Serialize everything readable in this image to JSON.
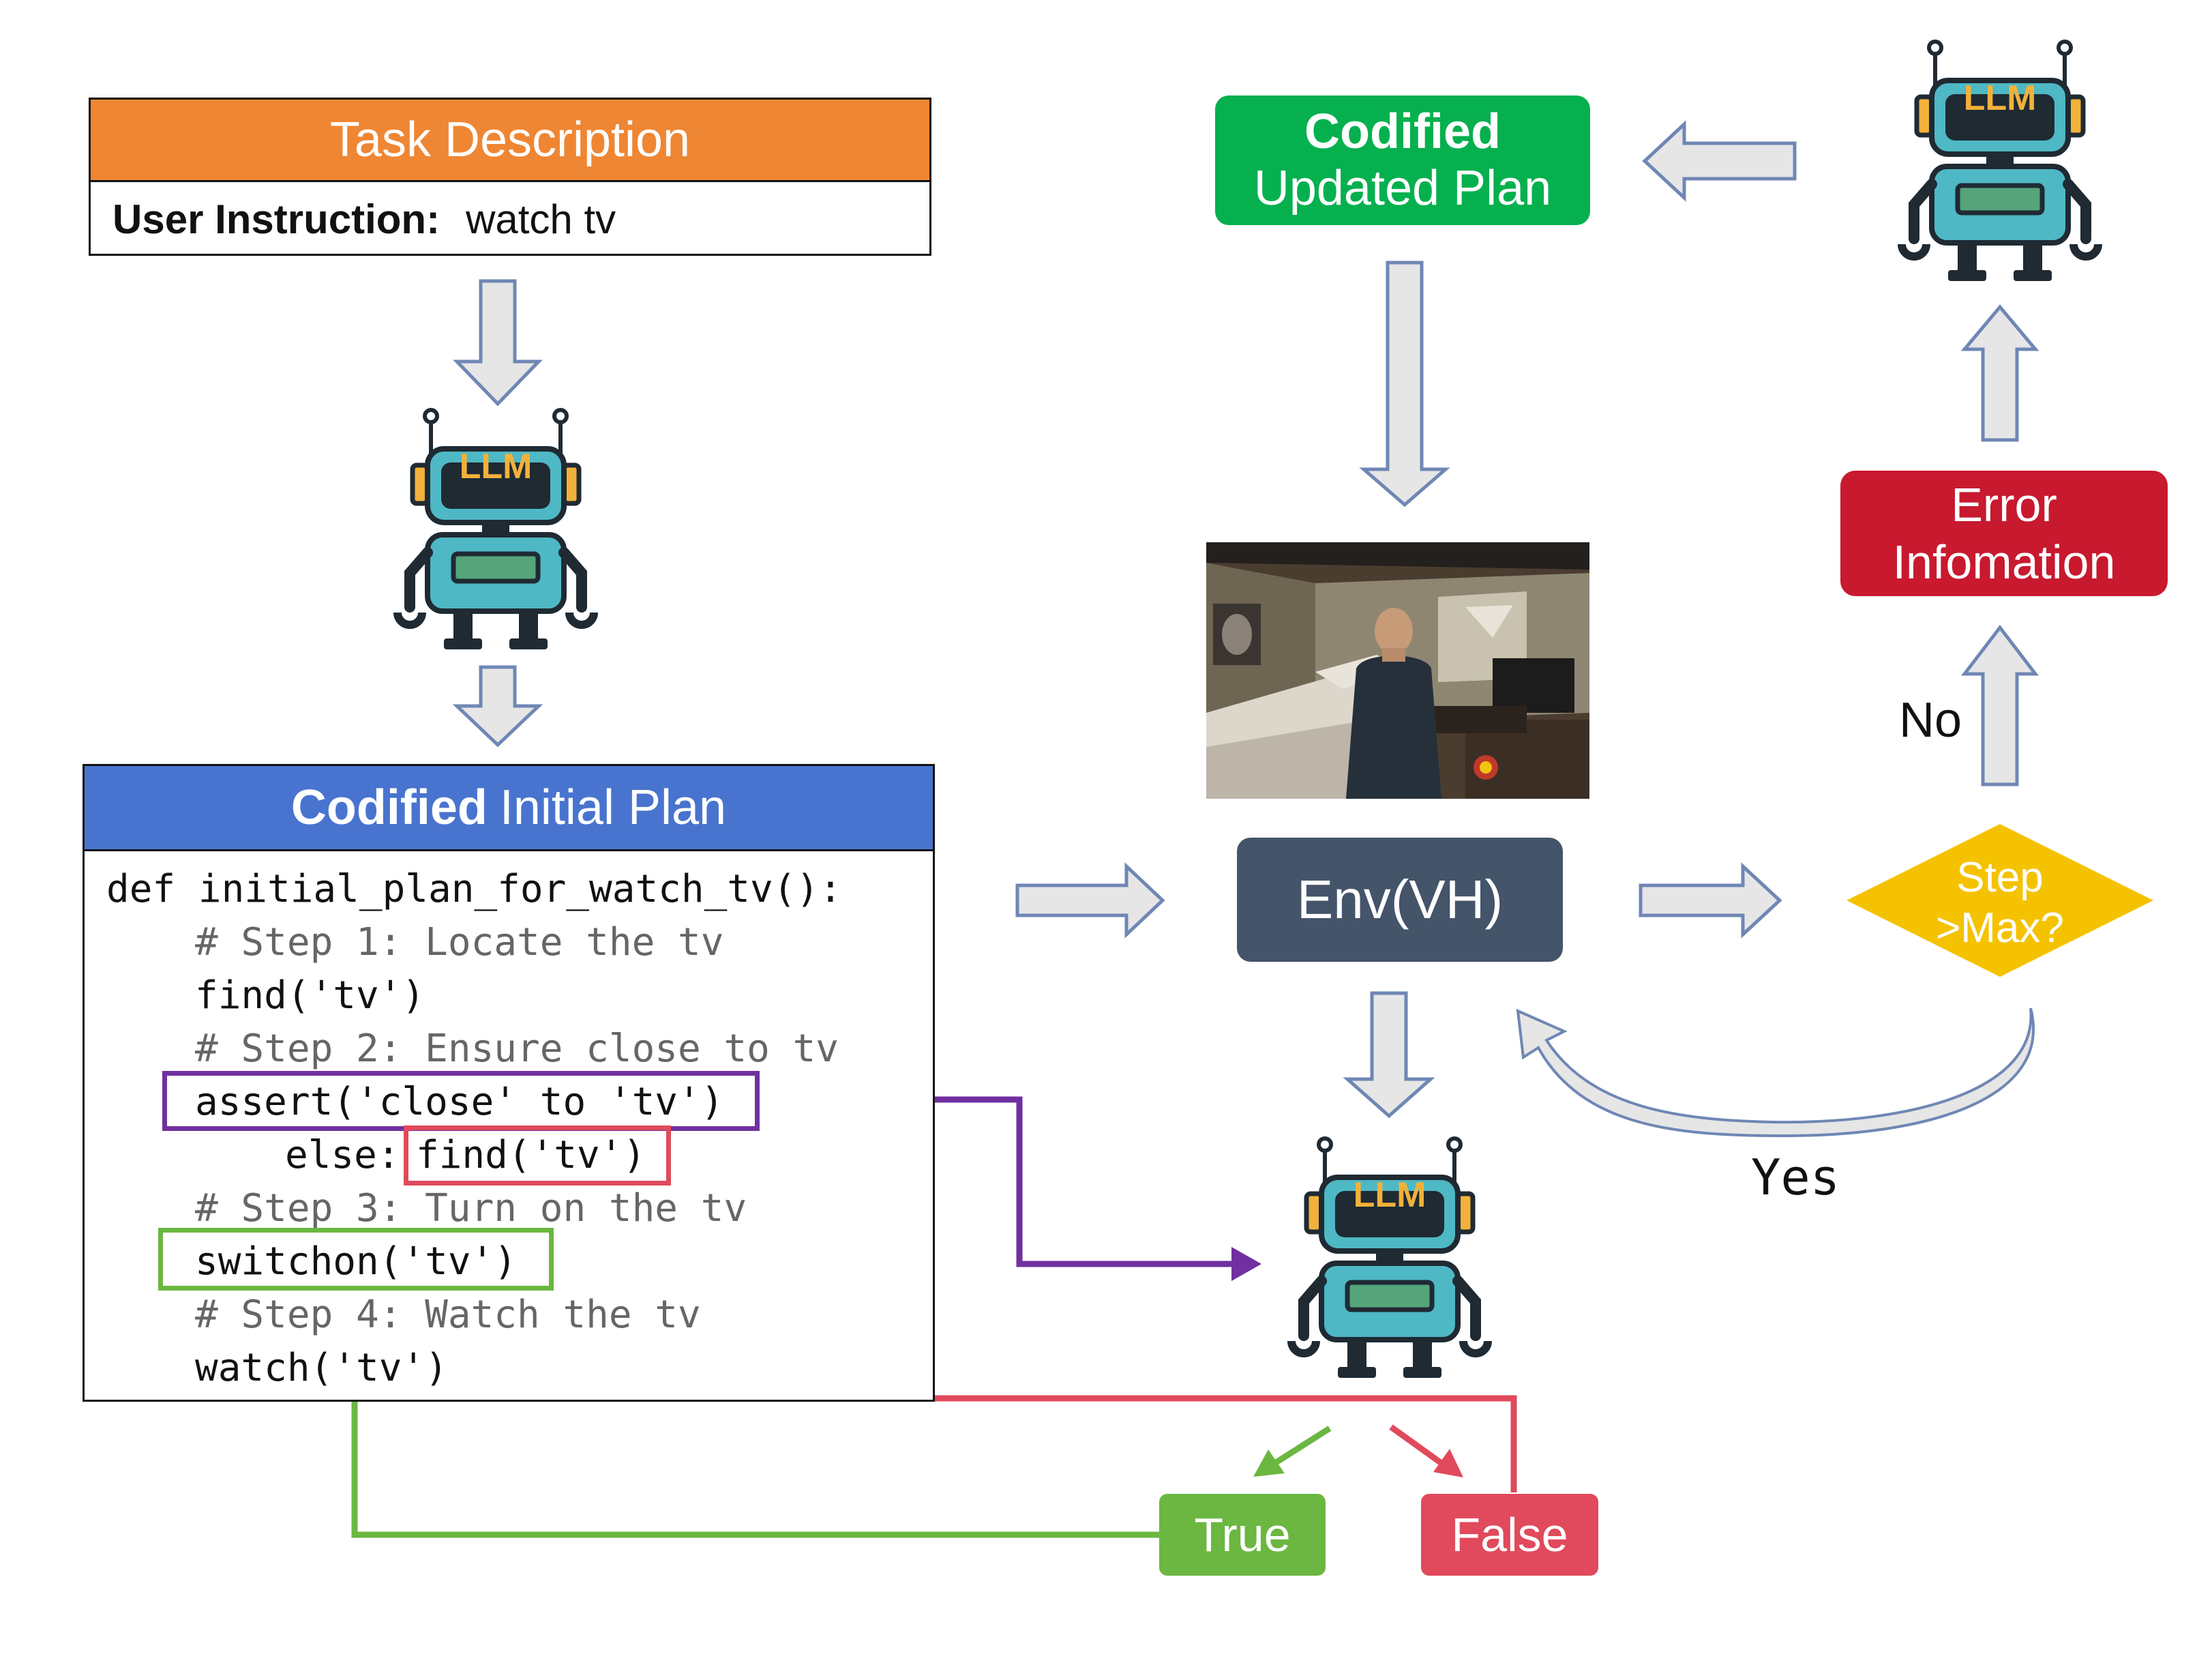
{
  "task": {
    "header": "Task Description",
    "instruction_label": "User Instruction:",
    "instruction_value": "watch tv"
  },
  "plan": {
    "header_bold": "Codified",
    "header_rest": "Initial Plan",
    "lines": [
      "def initial_plan_for_watch_tv():",
      "# Step 1: Locate the tv",
      "find('tv')",
      "# Step 2: Ensure close to tv",
      "assert('close' to 'tv')",
      "else:",
      "find('tv')",
      "# Step 3: Turn on the tv",
      "switchon('tv')",
      "# Step 4: Watch the tv",
      "watch('tv')"
    ]
  },
  "updated_plan": {
    "line1": "Codified",
    "line2": "Updated Plan"
  },
  "env": {
    "label": "Env(VH)"
  },
  "error": {
    "line1": "Error",
    "line2": "Infomation"
  },
  "decision": {
    "line1": "Step",
    "line2": ">Max?"
  },
  "branch": {
    "no": "No",
    "yes": "Yes"
  },
  "outcomes": {
    "true": "True",
    "false": "False"
  },
  "robot": {
    "badge": "LLM",
    "icon": "robot-icon"
  },
  "colors": {
    "orange": "#ef8633",
    "blue": "#4874cf",
    "green": "#06b04e",
    "slate": "#445469",
    "red": "#c8192f",
    "yellow": "#f5c200",
    "purple": "#7030a0",
    "lime": "#6bb741",
    "pink": "#e04a5c",
    "arrow_fill": "#e6e6e6",
    "arrow_stroke": "#6f87b4"
  }
}
